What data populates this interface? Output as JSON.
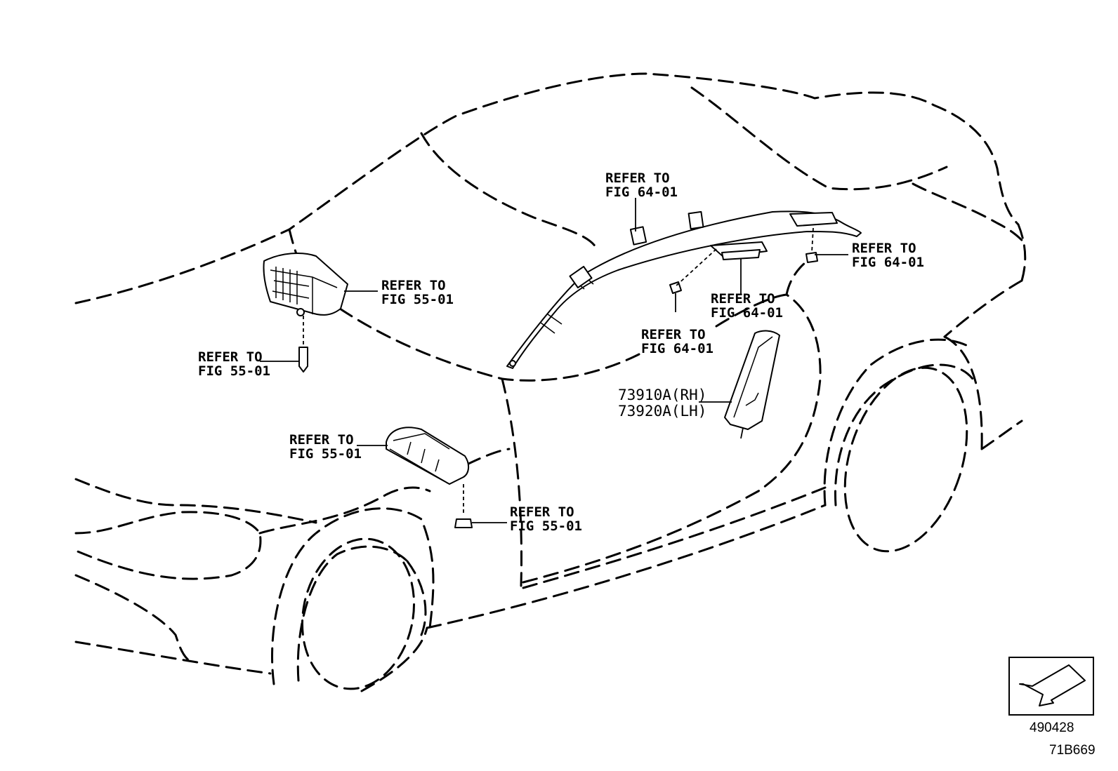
{
  "callouts": {
    "roof_clip": [
      "REFER TO",
      "FIG 64-01"
    ],
    "roof_rear_clip": [
      "REFER TO",
      "FIG 64-01"
    ],
    "roof_center_bracket": [
      "REFER TO",
      "FIG 64-01"
    ],
    "roof_front_clip": [
      "REFER TO",
      "FIG 64-01"
    ],
    "passenger_airbag": [
      "REFER TO",
      "FIG 55-01"
    ],
    "passenger_bolt": [
      "REFER TO",
      "FIG 55-01"
    ],
    "knee_airbag": [
      "REFER TO",
      "FIG 55-01"
    ],
    "knee_clip": [
      "REFER TO",
      "FIG 55-01"
    ]
  },
  "part_numbers": {
    "rh": "73910A(RH)",
    "lh": "73920A(LH)"
  },
  "index_box": {
    "icon": "arrow-direction-icon",
    "number": "490428"
  },
  "figure_code": "71B669"
}
